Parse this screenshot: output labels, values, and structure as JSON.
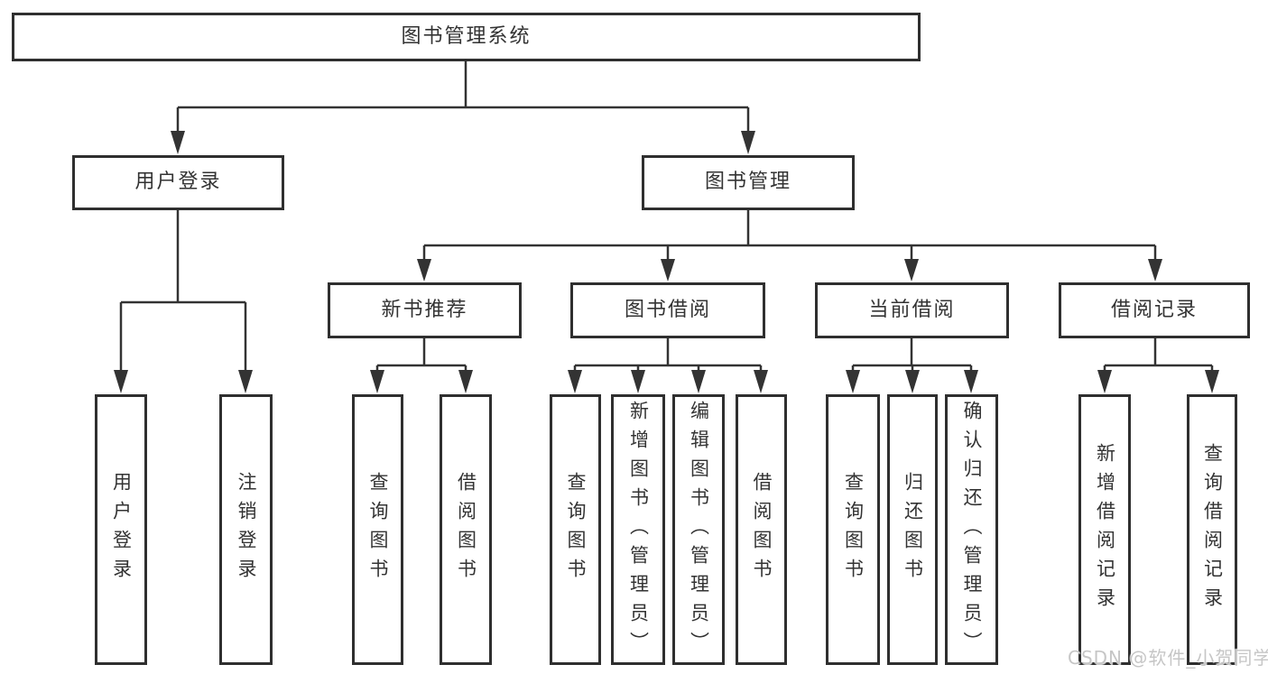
{
  "colors": {
    "background": "#ffffff",
    "box_border": "#2f2f2f",
    "line": "#333333",
    "text": "#333333",
    "watermark": "#c6c6c6"
  },
  "tree": {
    "root": {
      "label": "图书管理系统"
    },
    "branches": [
      {
        "label": "用户登录",
        "children": [
          {
            "label": "用户登录"
          },
          {
            "label": "注销登录"
          }
        ]
      },
      {
        "label": "图书管理",
        "children": [
          {
            "label": "新书推荐",
            "children": [
              {
                "label": "查询图书"
              },
              {
                "label": "借阅图书"
              }
            ]
          },
          {
            "label": "图书借阅",
            "children": [
              {
                "label": "查询图书"
              },
              {
                "label": "新增图书（管理员）"
              },
              {
                "label": "编辑图书（管理员）"
              },
              {
                "label": "借阅图书"
              }
            ]
          },
          {
            "label": "当前借阅",
            "children": [
              {
                "label": "查询图书"
              },
              {
                "label": "归还图书"
              },
              {
                "label": "确认归还（管理员）"
              }
            ]
          },
          {
            "label": "借阅记录",
            "children": [
              {
                "label": "新增借阅记录"
              },
              {
                "label": "查询借阅记录"
              }
            ]
          }
        ]
      }
    ]
  },
  "watermark": {
    "text": "CSDN @软件_小贺同学"
  }
}
